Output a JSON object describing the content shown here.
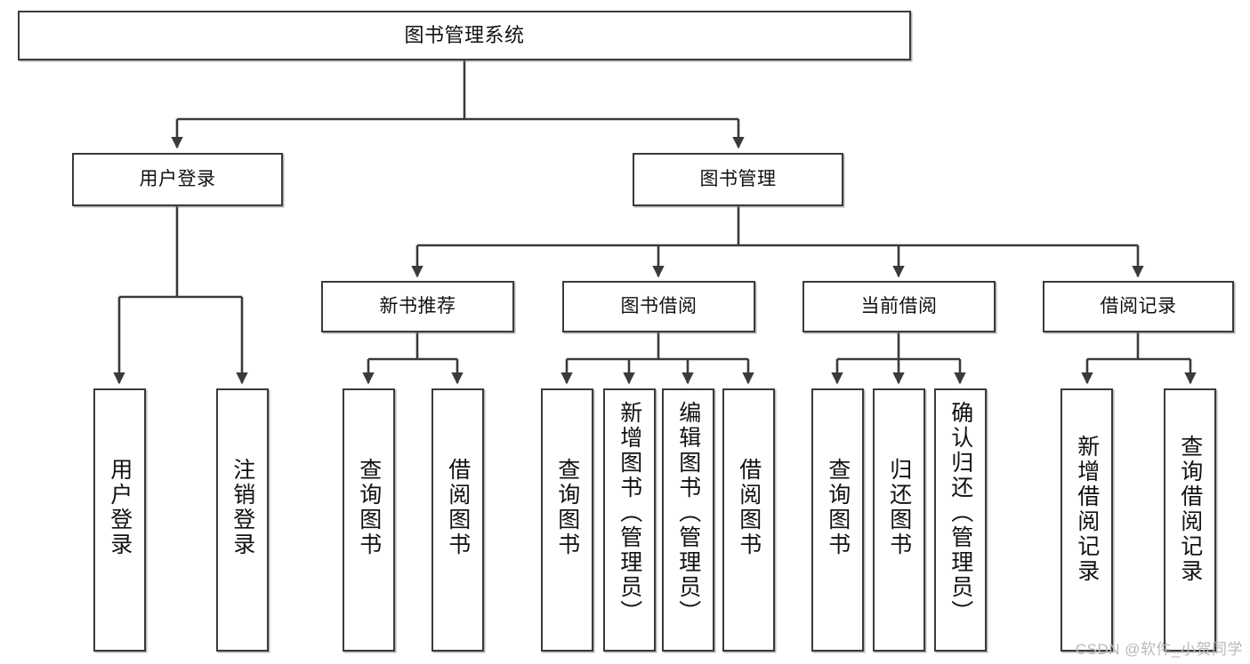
{
  "diagram": {
    "title": "图书管理系统",
    "type": "tree",
    "root": {
      "label": "图书管理系统"
    },
    "level2": [
      {
        "label": "用户登录"
      },
      {
        "label": "图书管理"
      }
    ],
    "level3": [
      {
        "label": "新书推荐"
      },
      {
        "label": "图书借阅"
      },
      {
        "label": "当前借阅"
      },
      {
        "label": "借阅记录"
      }
    ],
    "leaves": {
      "user_login": [
        {
          "label": "用户登录"
        },
        {
          "label": "注销登录"
        }
      ],
      "new_book_recommend": [
        {
          "label": "查询图书"
        },
        {
          "label": "借阅图书"
        }
      ],
      "book_borrow": [
        {
          "label": "查询图书"
        },
        {
          "label": "新增图书（管理员）"
        },
        {
          "label": "编辑图书（管理员）"
        },
        {
          "label": "借阅图书"
        }
      ],
      "current_borrow": [
        {
          "label": "查询图书"
        },
        {
          "label": "归还图书"
        },
        {
          "label": "确认归还（管理员）"
        }
      ],
      "borrow_record": [
        {
          "label": "新增借阅记录"
        },
        {
          "label": "查询借阅记录"
        }
      ]
    }
  },
  "watermark": {
    "text": "CSDN @软件_小贺同学"
  },
  "colors": {
    "border": "#3a3a3a",
    "background": "#ffffff",
    "text": "#111111",
    "watermark": "#b9b9b9"
  }
}
